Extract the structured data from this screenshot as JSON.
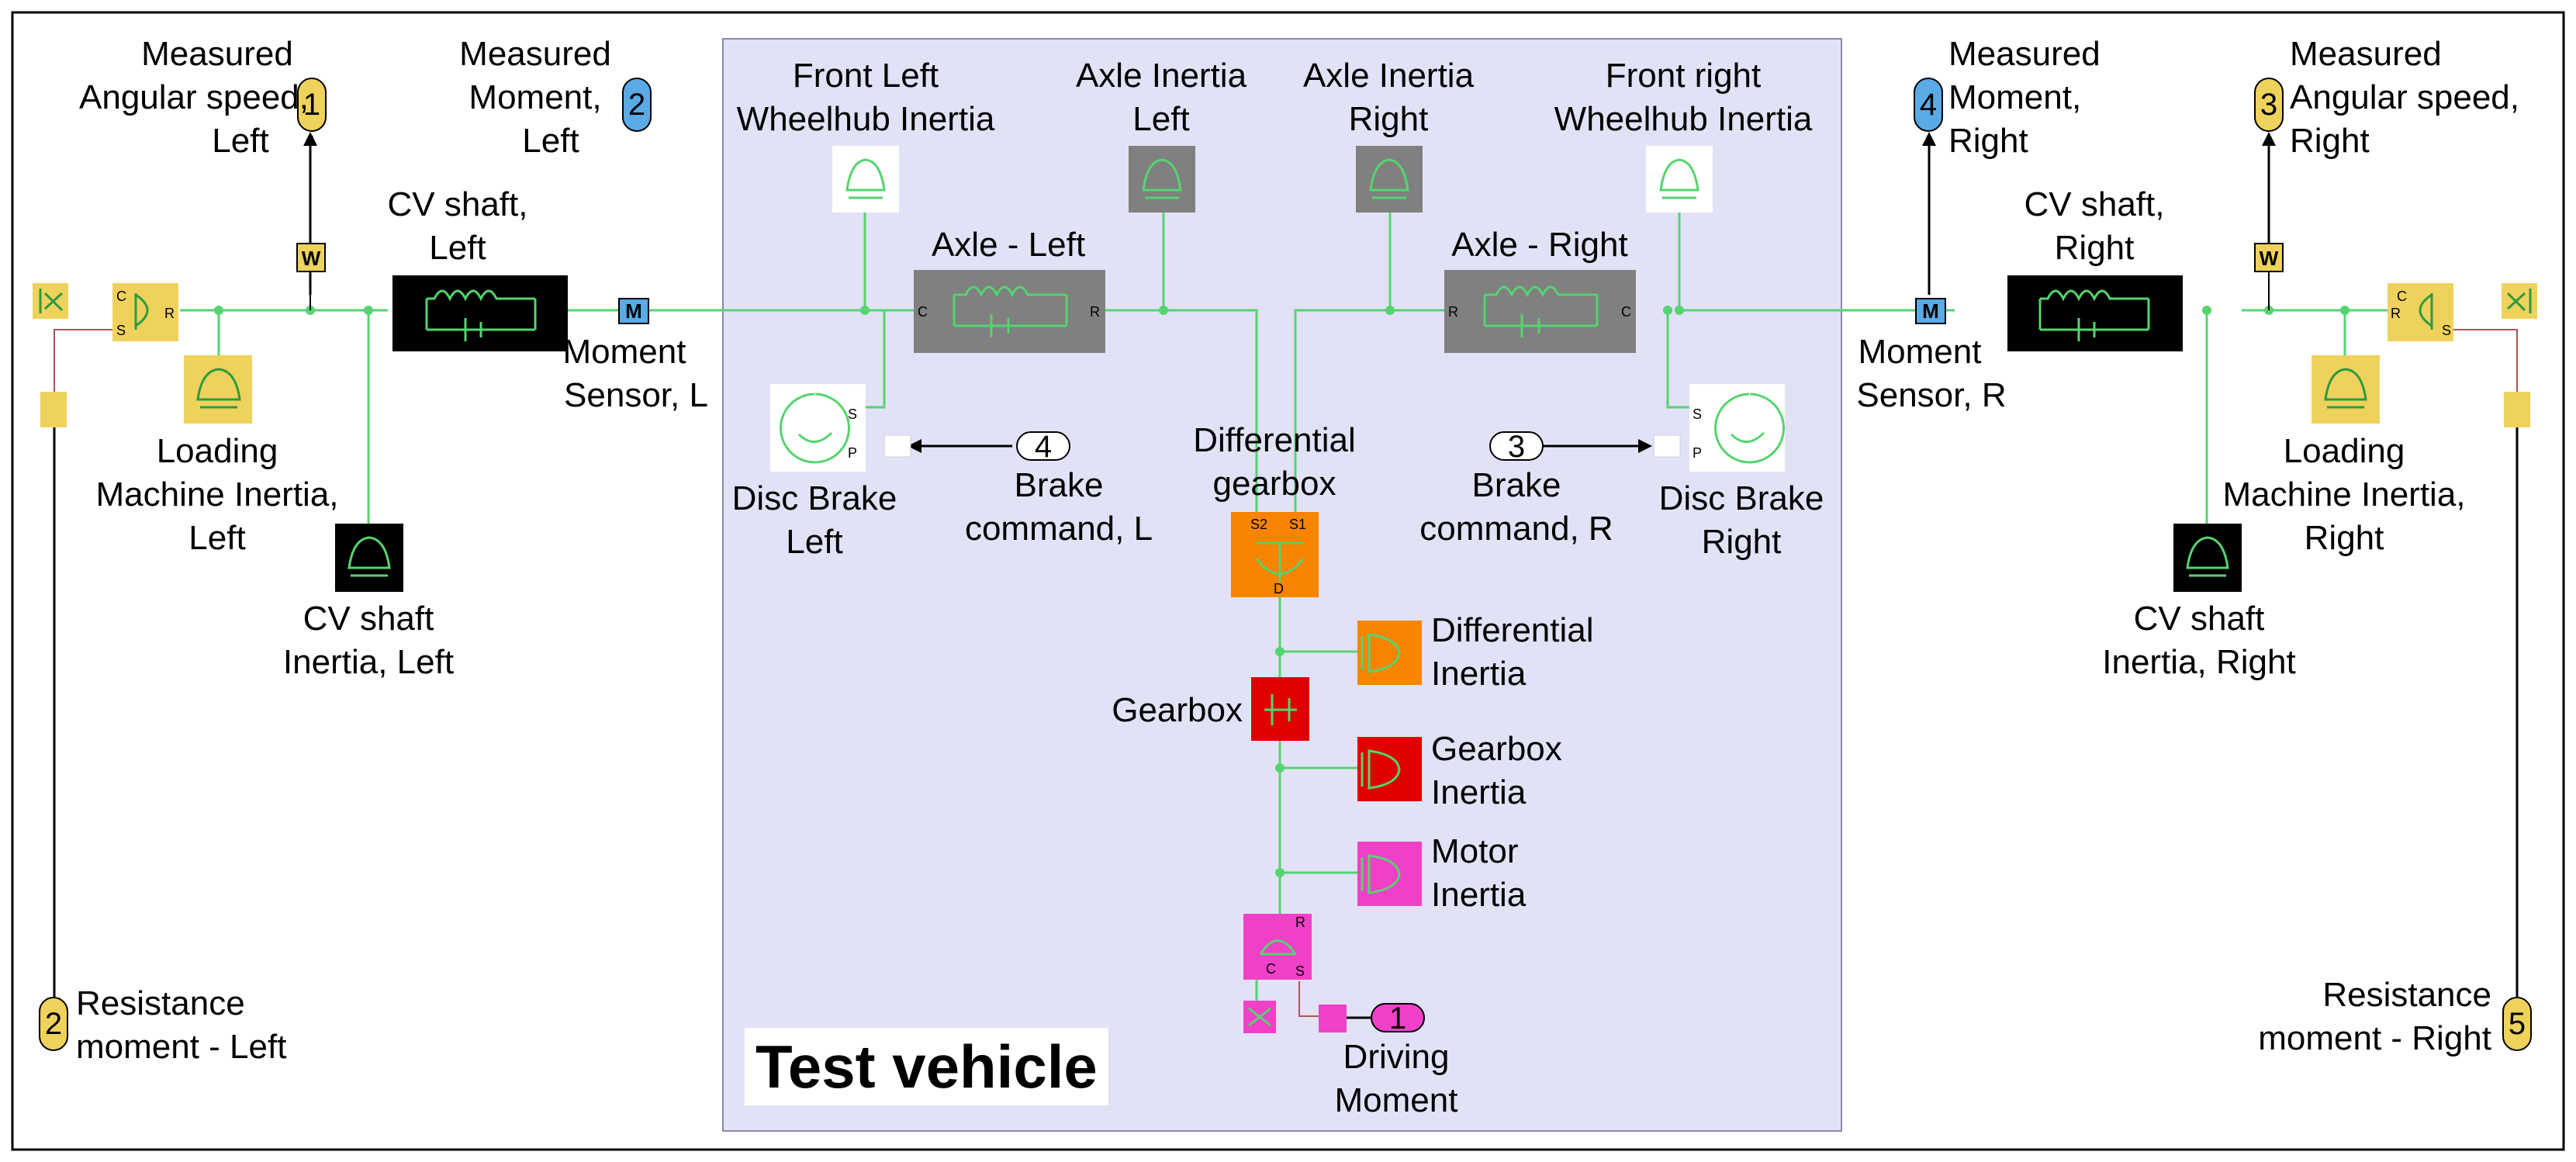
{
  "subsystem_title": "Test vehicle",
  "colors": {
    "subsystem_fill": "#e2e2f7",
    "line": "#55d46f",
    "yellow": "#efd25c",
    "black": "#000000",
    "gray": "#808080",
    "orange": "#f98400",
    "red": "#e10000",
    "magenta": "#f040c8",
    "blue": "#5aaae5"
  },
  "ports": {
    "out1": "1",
    "out2": "2",
    "out3": "3",
    "out4": "4",
    "in1": "1",
    "in2": "2",
    "in3": "3",
    "in4": "4",
    "in5": "5"
  },
  "labels": {
    "measured_speed_left": [
      "Measured",
      "Angular speed,",
      "Left"
    ],
    "measured_moment_left": [
      "Measured",
      "Moment,",
      "Left"
    ],
    "cv_shaft_left": [
      "CV shaft,",
      "Left"
    ],
    "moment_sensor_left": [
      "Moment",
      "Sensor, L"
    ],
    "loading_inertia_left": [
      "Loading",
      "Machine Inertia,",
      "Left"
    ],
    "cv_inertia_left": [
      "CV shaft",
      "Inertia, Left"
    ],
    "resistance_left": [
      "Resistance",
      "moment - Left"
    ],
    "front_left_hub": [
      "Front Left",
      "Wheelhub Inertia"
    ],
    "axle_inertia_left": [
      "Axle Inertia",
      "Left"
    ],
    "axle_inertia_right": [
      "Axle Inertia",
      "Right"
    ],
    "front_right_hub": [
      "Front right",
      "Wheelhub Inertia"
    ],
    "axle_left": [
      "Axle - Left"
    ],
    "axle_right": [
      "Axle - Right"
    ],
    "disc_brake_left": [
      "Disc Brake",
      "Left"
    ],
    "brake_command_left": [
      "Brake",
      "command, L"
    ],
    "differential_gearbox": [
      "Differential",
      "gearbox"
    ],
    "brake_command_right": [
      "Brake",
      "command, R"
    ],
    "disc_brake_right": [
      "Disc Brake",
      "Right"
    ],
    "differential_inertia": [
      "Differential",
      "Inertia"
    ],
    "gearbox": [
      "Gearbox"
    ],
    "gearbox_inertia": [
      "Gearbox",
      "Inertia"
    ],
    "motor_inertia": [
      "Motor",
      "Inertia"
    ],
    "driving_moment": [
      "Driving",
      "Moment"
    ],
    "measured_moment_right": [
      "Measured",
      "Moment,",
      "Right"
    ],
    "measured_speed_right": [
      "Measured",
      "Angular speed,",
      "Right"
    ],
    "cv_shaft_right": [
      "CV shaft,",
      "Right"
    ],
    "moment_sensor_right": [
      "Moment",
      "Sensor, R"
    ],
    "loading_inertia_right": [
      "Loading",
      "Machine Inertia,",
      "Right"
    ],
    "cv_inertia_right": [
      "CV shaft",
      "Inertia, Right"
    ],
    "resistance_right": [
      "Resistance",
      "moment - Right"
    ]
  },
  "port_letters": {
    "c": "C",
    "r": "R",
    "s": "S",
    "p": "P",
    "w": "W",
    "m": "M",
    "s1": "S1",
    "s2": "S2",
    "d": "D"
  }
}
